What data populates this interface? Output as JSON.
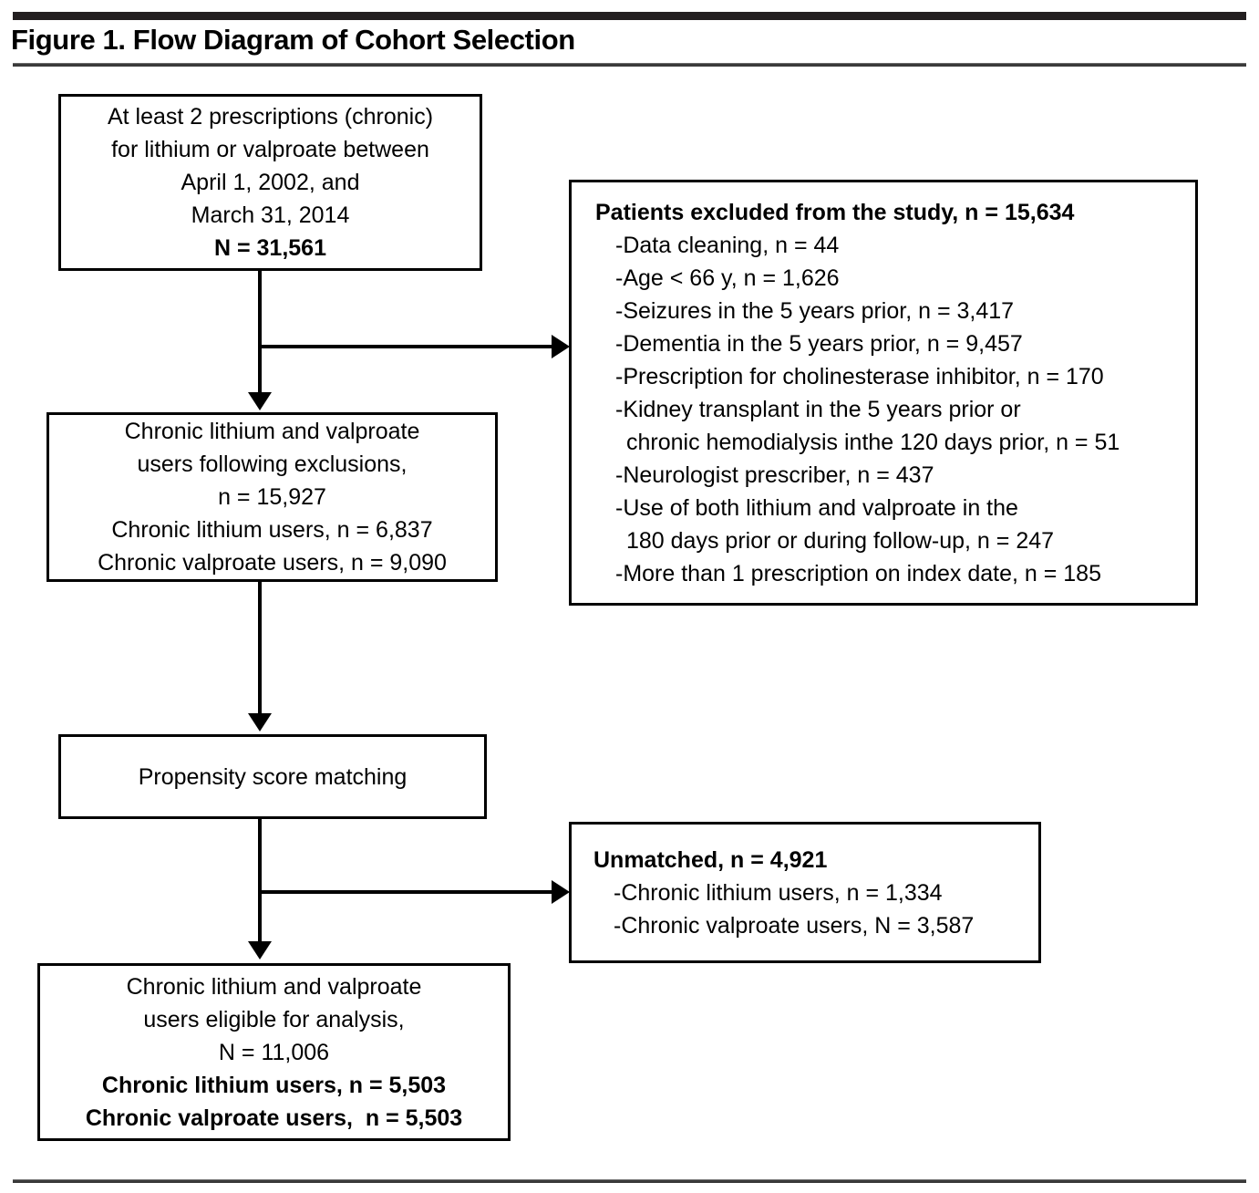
{
  "figure": {
    "title": "Figure 1. Flow Diagram of Cohort Selection"
  },
  "boxes": {
    "source_cohort": {
      "name": "source-cohort-box",
      "lines": [
        {
          "text": "At least 2 prescriptions (chronic)",
          "bold": false
        },
        {
          "text": "for lithium or valproate between",
          "bold": false
        },
        {
          "text": "April 1, 2002, and",
          "bold": false
        },
        {
          "text": "March 31, 2014",
          "bold": false
        },
        {
          "text": "N = 31,561",
          "bold": true
        }
      ]
    },
    "excluded": {
      "name": "excluded-patients-box",
      "lines": [
        {
          "text": "Patients excluded from the study, n = 15,634",
          "bold": true,
          "indent": 0
        },
        {
          "text": "-Data cleaning, n = 44",
          "bold": false,
          "indent": 1
        },
        {
          "text": "-Age < 66 y, n = 1,626",
          "bold": false,
          "indent": 1
        },
        {
          "text": "-Seizures in the 5 years prior, n = 3,417",
          "bold": false,
          "indent": 1
        },
        {
          "text": "-Dementia in the 5 years prior, n = 9,457",
          "bold": false,
          "indent": 1
        },
        {
          "text": "-Prescription for cholinesterase inhibitor, n = 170",
          "bold": false,
          "indent": 1
        },
        {
          "text": "-Kidney transplant in the 5 years prior or",
          "bold": false,
          "indent": 1
        },
        {
          "text": "chronic hemodialysis inthe 120 days prior, n = 51",
          "bold": false,
          "indent": 2
        },
        {
          "text": "-Neurologist prescriber, n = 437",
          "bold": false,
          "indent": 1
        },
        {
          "text": "-Use of both lithium and valproate in the",
          "bold": false,
          "indent": 1
        },
        {
          "text": "180 days prior or during follow-up, n = 247",
          "bold": false,
          "indent": 2
        },
        {
          "text": "-More than 1 prescription on index date, n = 185",
          "bold": false,
          "indent": 1
        }
      ]
    },
    "after_exclusions": {
      "name": "users-after-exclusions-box",
      "lines": [
        {
          "text": "Chronic lithium and valproate",
          "bold": false
        },
        {
          "text": "users following exclusions,",
          "bold": false
        },
        {
          "text": "n = 15,927",
          "bold": false
        },
        {
          "text": "Chronic lithium users, n = 6,837",
          "bold": false
        },
        {
          "text": "Chronic valproate users, n = 9,090",
          "bold": false
        }
      ]
    },
    "propensity": {
      "name": "propensity-score-matching-box",
      "lines": [
        {
          "text": "Propensity score matching",
          "bold": false
        }
      ]
    },
    "unmatched": {
      "name": "unmatched-box",
      "lines": [
        {
          "text": "Unmatched, n = 4,921",
          "bold": true,
          "indent": 0
        },
        {
          "text": "-Chronic lithium users, n = 1,334",
          "bold": false,
          "indent": 1
        },
        {
          "text": "-Chronic valproate users, N = 3,587",
          "bold": false,
          "indent": 1
        }
      ]
    },
    "eligible": {
      "name": "eligible-for-analysis-box",
      "lines": [
        {
          "text": "Chronic lithium and valproate",
          "bold": false
        },
        {
          "text": "users eligible for analysis,",
          "bold": false
        },
        {
          "text": "N = 11,006",
          "bold": false
        },
        {
          "text": "Chronic lithium users, n = 5,503",
          "bold": true
        },
        {
          "text": "Chronic valproate users,  n = 5,503",
          "bold": true
        }
      ]
    }
  },
  "connectors": [
    {
      "name": "source-to-after-exclusions-arrow",
      "type": "vertical-arrow-down"
    },
    {
      "name": "source-to-excluded-arrow",
      "type": "horizontal-arrow-right"
    },
    {
      "name": "after-exclusions-to-psm-arrow",
      "type": "vertical-arrow-down"
    },
    {
      "name": "psm-to-eligible-arrow",
      "type": "vertical-arrow-down"
    },
    {
      "name": "psm-to-unmatched-arrow",
      "type": "horizontal-arrow-right"
    }
  ],
  "colors": {
    "ink": "#000000",
    "rule": "#231f20",
    "background": "#ffffff"
  }
}
